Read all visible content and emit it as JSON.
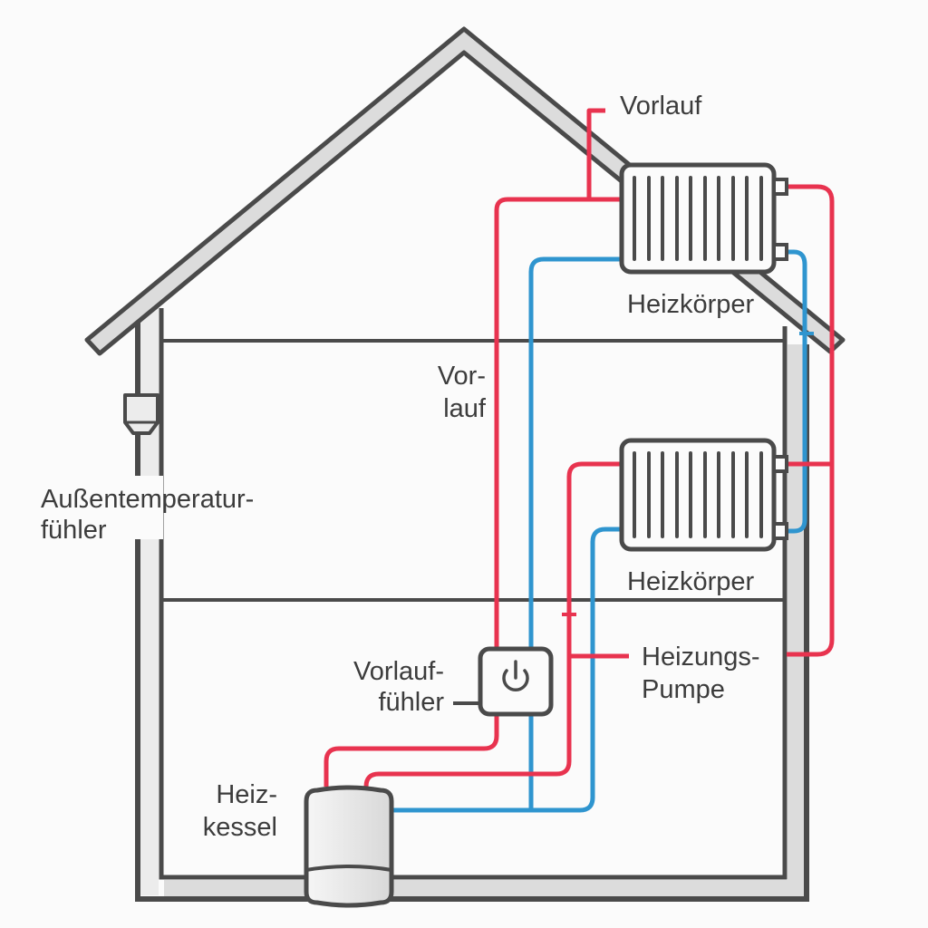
{
  "diagram": {
    "colors": {
      "supply": "#e8334f",
      "return": "#2f95cf",
      "outline": "#4a4a4a",
      "wall_fill": "#dcdcdc",
      "background": "#fbfbfb"
    },
    "labels": {
      "vorlauf_top": "Vorlauf",
      "radiator_upper": "Heizkörper",
      "vorlauf_mid_line1": "Vor-",
      "vorlauf_mid_line2": "lauf",
      "outdoor_sensor_line1": "Außentemperatur-",
      "outdoor_sensor_line2": "fühler",
      "radiator_lower": "Heizkörper",
      "pump_line1": "Heizungs-",
      "pump_line2": "Pumpe",
      "flow_sensor_line1": "Vorlauf-",
      "flow_sensor_line2": "fühler",
      "boiler_line1": "Heiz-",
      "boiler_line2": "kessel"
    },
    "icons": {
      "controller": "power-icon",
      "radiator": "radiator-icon",
      "boiler": "boiler-icon",
      "outdoor_sensor": "sensor-icon"
    }
  }
}
